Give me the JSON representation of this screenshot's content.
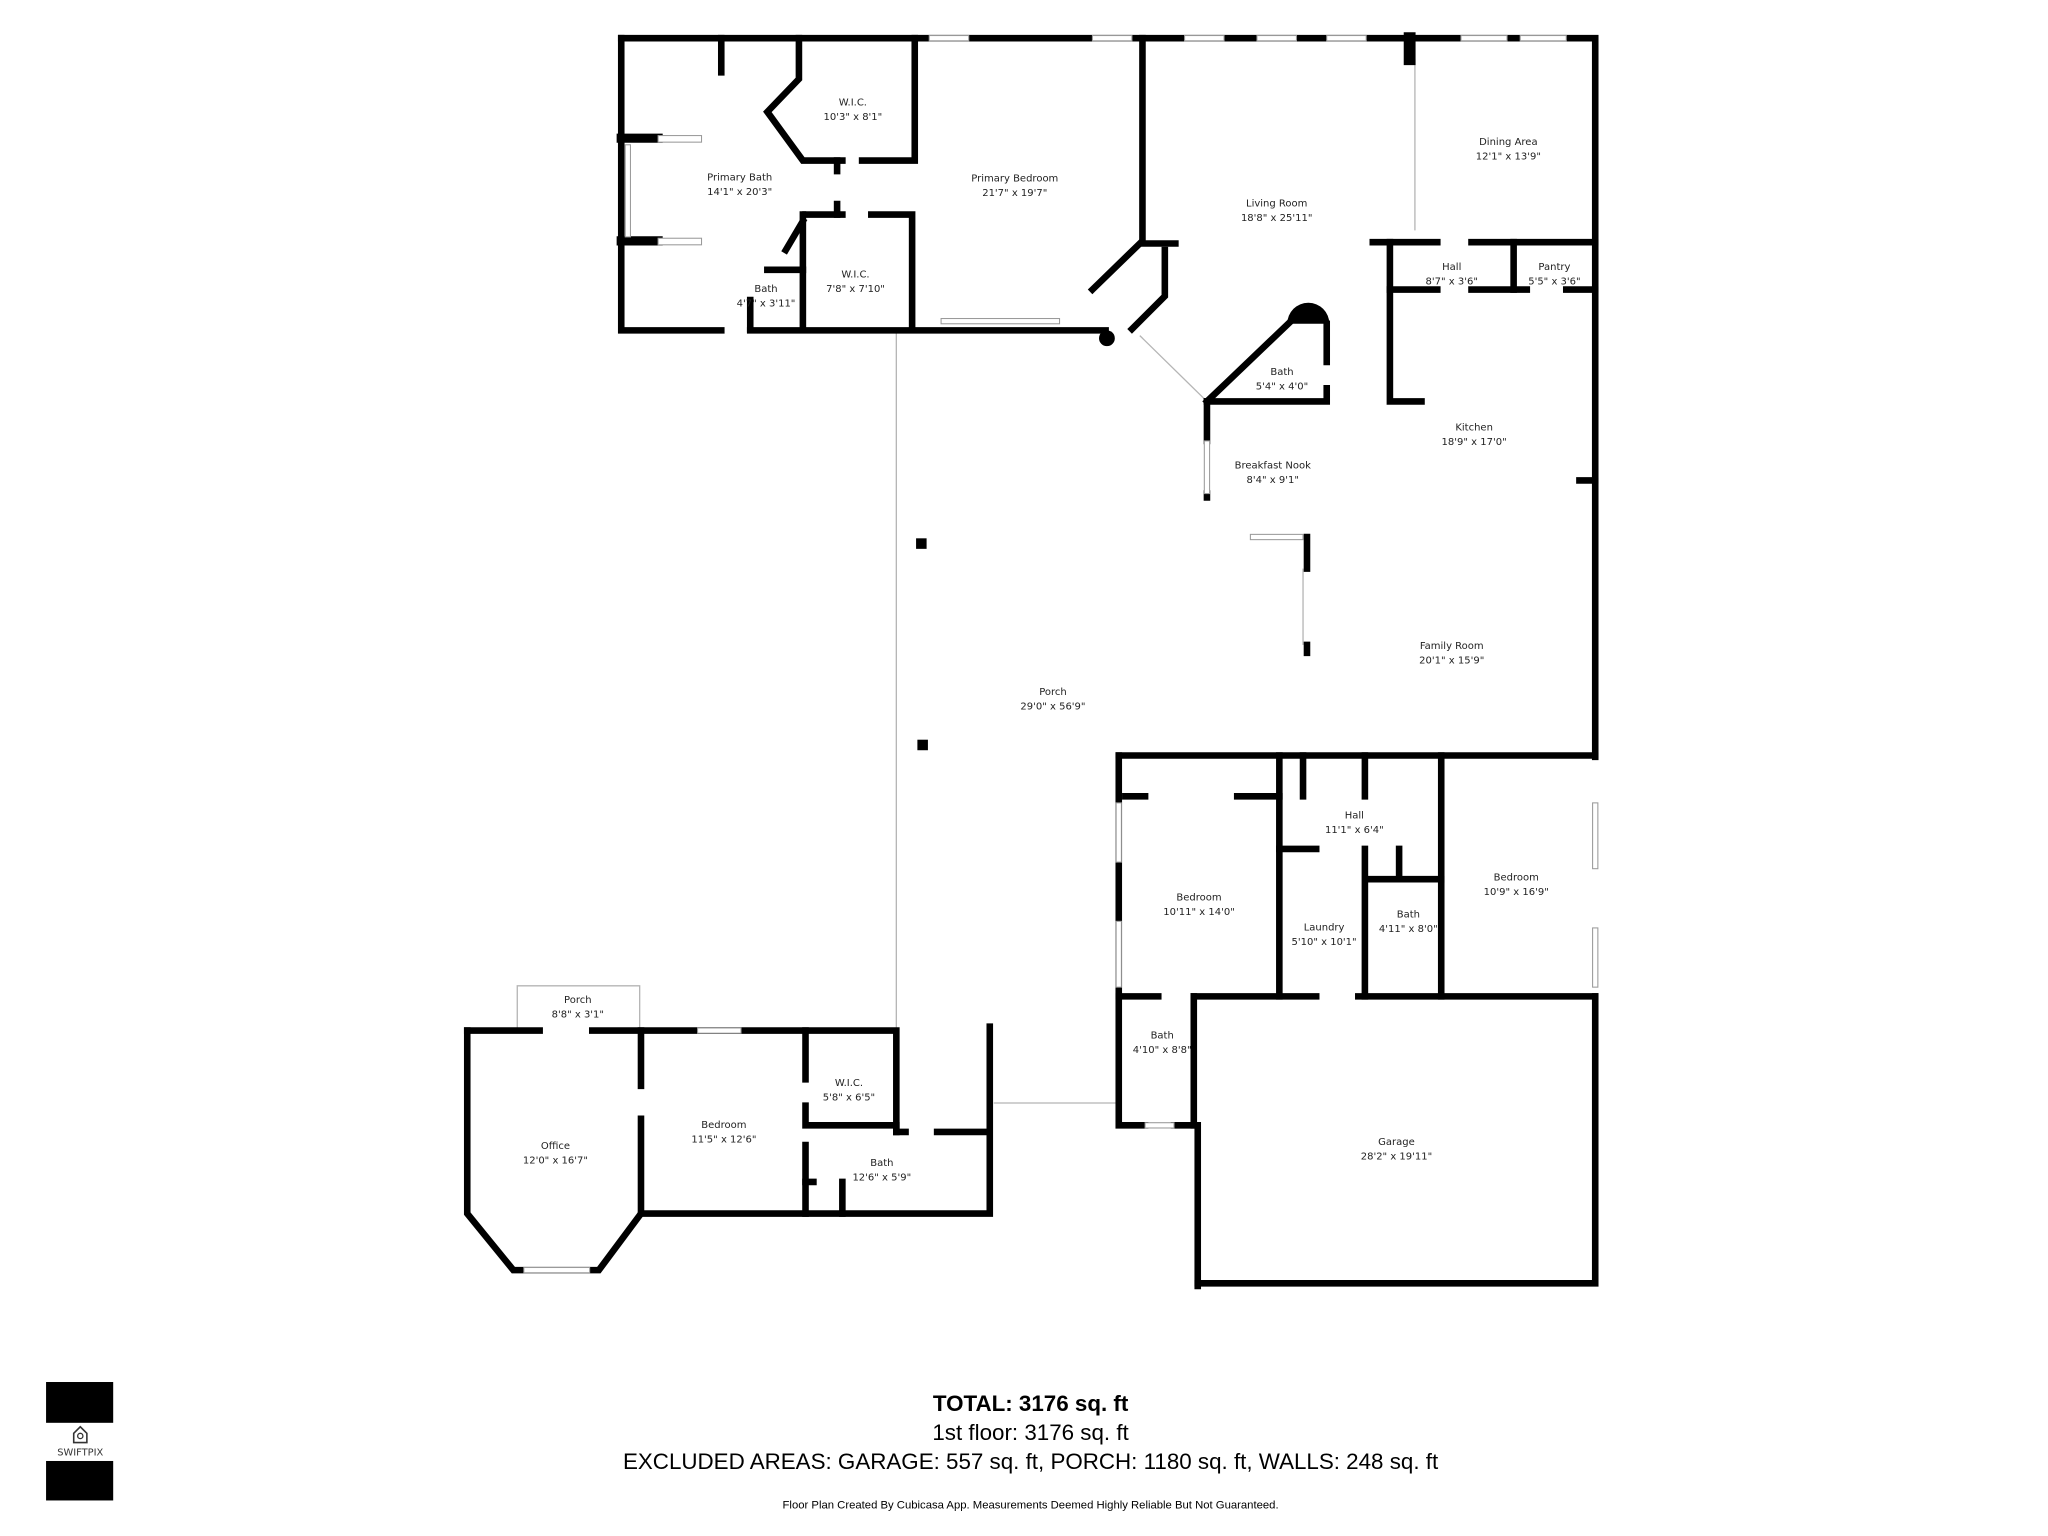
{
  "rooms": [
    {
      "name": "W.I.C.",
      "dims": "10'3\" x 8'1\""
    },
    {
      "name": "Primary Bath",
      "dims": "14'1\" x 20'3\""
    },
    {
      "name": "Primary Bedroom",
      "dims": "21'7\" x 19'7\""
    },
    {
      "name": "Bath",
      "dims": "4'7\" x 3'11\""
    },
    {
      "name": "W.I.C.",
      "dims": "7'8\" x 7'10\""
    },
    {
      "name": "Living Room",
      "dims": "18'8\" x 25'11\""
    },
    {
      "name": "Dining Area",
      "dims": "12'1\" x 13'9\""
    },
    {
      "name": "Hall",
      "dims": "8'7\" x 3'6\""
    },
    {
      "name": "Pantry",
      "dims": "5'5\" x 3'6\""
    },
    {
      "name": "Bath",
      "dims": "5'4\" x 4'0\""
    },
    {
      "name": "Kitchen",
      "dims": "18'9\" x 17'0\""
    },
    {
      "name": "Breakfast Nook",
      "dims": "8'4\" x 9'1\""
    },
    {
      "name": "Family Room",
      "dims": "20'1\" x 15'9\""
    },
    {
      "name": "Porch",
      "dims": "29'0\" x 56'9\""
    },
    {
      "name": "Hall",
      "dims": "11'1\" x 6'4\""
    },
    {
      "name": "Bedroom",
      "dims": "10'11\" x 14'0\""
    },
    {
      "name": "Bedroom",
      "dims": "10'9\" x 16'9\""
    },
    {
      "name": "Laundry",
      "dims": "5'10\" x 10'1\""
    },
    {
      "name": "Bath",
      "dims": "4'11\" x 8'0\""
    },
    {
      "name": "Bath",
      "dims": "4'10\" x 8'8\""
    },
    {
      "name": "Garage",
      "dims": "28'2\" x 19'11\""
    },
    {
      "name": "Porch",
      "dims": "8'8\" x 3'1\""
    },
    {
      "name": "Office",
      "dims": "12'0\" x 16'7\""
    },
    {
      "name": "Bedroom",
      "dims": "11'5\" x 12'6\""
    },
    {
      "name": "W.I.C.",
      "dims": "5'8\" x 6'5\""
    },
    {
      "name": "Bath",
      "dims": "12'6\" x 5'9\""
    }
  ],
  "summary": {
    "total": "TOTAL: 3176 sq. ft",
    "floor": "1st floor: 3176 sq. ft",
    "excluded": "EXCLUDED AREAS: GARAGE: 557 sq. ft, PORCH: 1180 sq. ft, WALLS: 248 sq. ft",
    "disclaimer": "Floor Plan Created By Cubicasa App. Measurements Deemed Highly Reliable But Not Guaranteed."
  },
  "logo": {
    "text": "SWIFTPIX",
    "icon": "house-camera-icon"
  }
}
